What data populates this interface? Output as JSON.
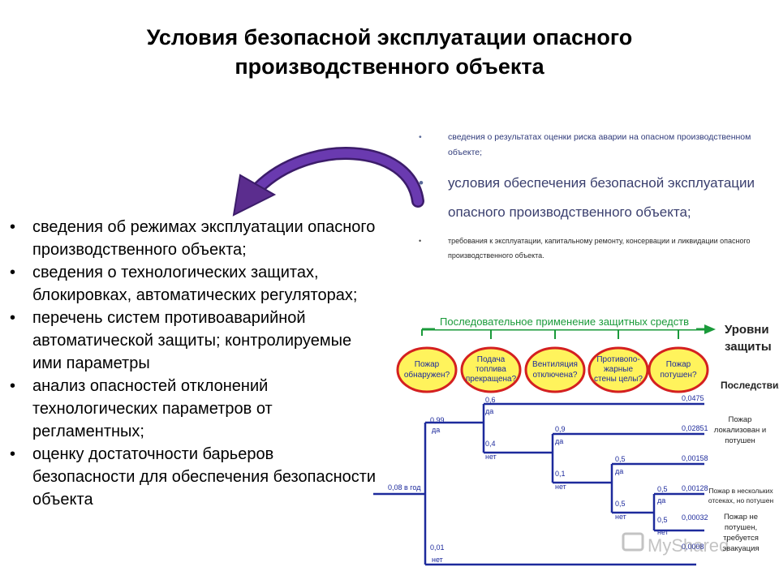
{
  "title": "Условия безопасной эксплуатации опасного производственного объекта",
  "left_list": [
    "сведения об режимах эксплуатации опасного производственного объекта;",
    "сведения о технологических защитах, блокировках, автоматических регуляторах;",
    "перечень систем противоаварийной автоматической защиты; контролируемые ими параметры",
    "анализ опасностей отклонений технологических параметров от регламентных;",
    "оценку достаточности барьеров безопасности для обеспечения безопасности объекта"
  ],
  "right_list": {
    "item1": "сведения о результатах оценки риска аварии на опасном производственном объекте;",
    "item2": "условия обеспечения безопасной эксплуатации опасного производственного объекта;",
    "item3": "требования к эксплуатации, капитальному ремонту, консервации и ликвидации опасного производственного объекта."
  },
  "bullet": "•",
  "tree": {
    "arrow_label": "Последовательное применение защитных средств",
    "levels_label": [
      "Уровни",
      "защиты"
    ],
    "consequences_label": "Последствия",
    "questions": [
      [
        "Пожар",
        "обнаружен?"
      ],
      [
        "Подача",
        "топлива",
        "прекращена?"
      ],
      [
        "Вентиляция",
        "отключена?"
      ],
      [
        "Противопо-",
        "жарные",
        "стены целы?"
      ],
      [
        "Пожар",
        "потушен?"
      ]
    ],
    "initiating": "0,08 в год",
    "branches": [
      {
        "p": "0,99",
        "a": "да"
      },
      {
        "p": "0,01",
        "a": "нет"
      },
      {
        "p": "0,6",
        "a": "да"
      },
      {
        "p": "0,4",
        "a": "нет"
      },
      {
        "p": "0,9",
        "a": "да"
      },
      {
        "p": "0,1",
        "a": "нет"
      },
      {
        "p": "0,5",
        "a": "да"
      },
      {
        "p": "0,5",
        "a": "нет"
      },
      {
        "p": "0,5",
        "a": "да"
      },
      {
        "p": "0,5",
        "a": "нет"
      }
    ],
    "outcome_values": [
      "0,0475",
      "0,02851",
      "0,00158",
      "0,00128",
      "0,00032",
      "0,0008"
    ],
    "outcome_labels": [
      [
        "Пожар",
        "локализован и",
        "потушен"
      ],
      [
        "Пожар в нескольких",
        "отсеках, но потушен"
      ],
      [
        "Пожар не",
        "потушен,",
        "требуется",
        "эвакуация"
      ]
    ],
    "watermark": "MyShared"
  },
  "colors": {
    "arrow": "#5b2d8e",
    "tree_line": "#1d2a9c",
    "green": "#1a9a3a",
    "bubble_fill": "#fff35c",
    "bubble_stroke": "#d42020"
  }
}
